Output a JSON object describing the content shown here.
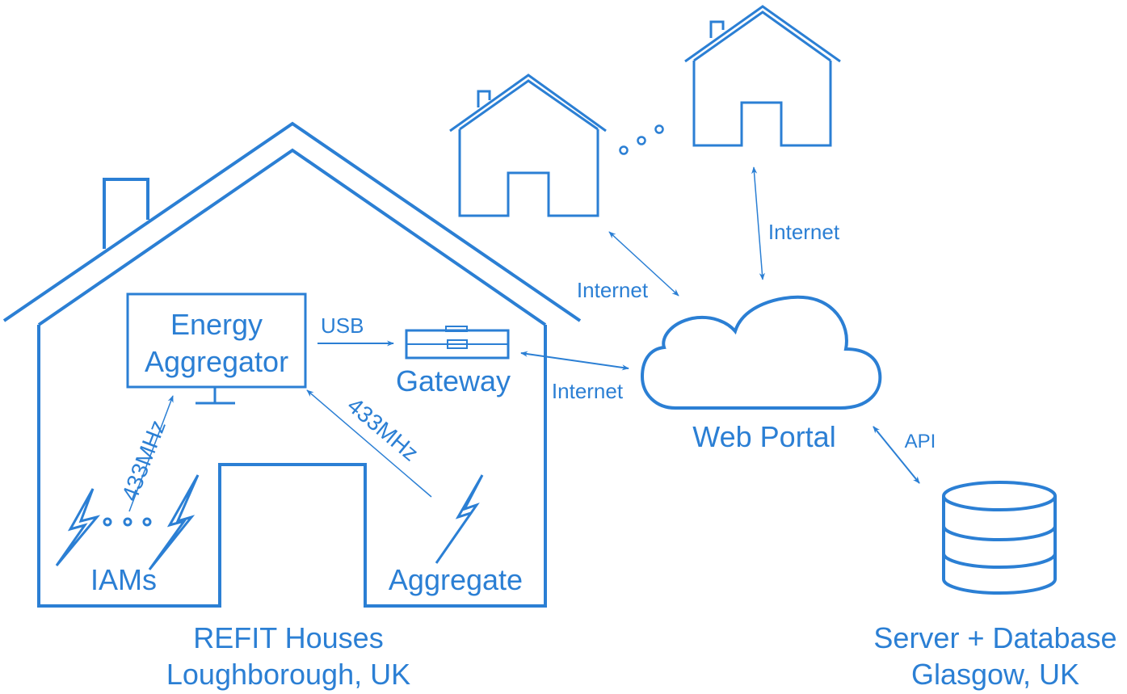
{
  "colors": {
    "primary": "#2b7fd4",
    "background": "#ffffff"
  },
  "main_house": {
    "icon": "house-icon",
    "monitor": {
      "icon": "monitor-icon",
      "line1": "Energy",
      "line2": "Aggregator"
    },
    "usb_label": "USB",
    "gateway": {
      "icon": "gateway-device-icon",
      "label": "Gateway"
    },
    "iams": {
      "icon": "lightning-icon",
      "label": "IAMs",
      "radio_label": "433MHz"
    },
    "aggregate": {
      "icon": "lightning-icon",
      "label": "Aggregate",
      "radio_label": "433MHz"
    }
  },
  "gateway_link_label": "Internet",
  "remote_houses": {
    "icon": "house-icon",
    "left_link_label": "Internet",
    "right_link_label": "Internet"
  },
  "web_portal": {
    "icon": "cloud-icon",
    "label": "Web Portal"
  },
  "api_label": "API",
  "server": {
    "icon": "database-icon",
    "line1": "Server + Database",
    "line2": "Glasgow, UK"
  },
  "refit_caption": {
    "line1": "REFIT Houses",
    "line2": "Loughborough, UK"
  }
}
